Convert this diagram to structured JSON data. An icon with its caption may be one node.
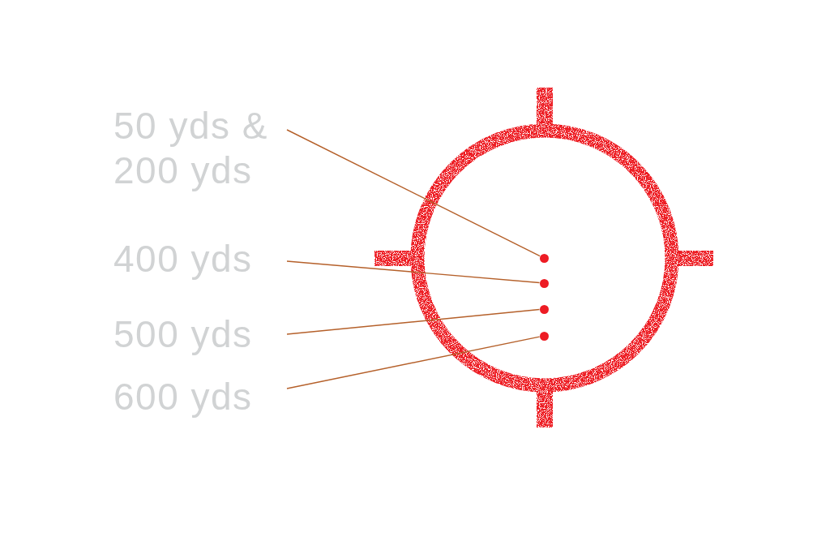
{
  "diagram": {
    "nodes": [
      {
        "text": [
          "50 yds & 200 yds"
        ]
      },
      {
        "text": [
          "400 yds"
        ]
      },
      {
        "text": [
          "500 yds"
        ]
      },
      {
        "text": [
          "600 yds"
        ]
      },
      {
        "text": [],
        "shape": "circle"
      },
      {
        "text": [],
        "shape": "circle"
      },
      {
        "text": [],
        "shape": "circle"
      },
      {
        "text": [],
        "shape": "circle"
      }
    ],
    "edges": [
      {
        "from": 0,
        "to": 4,
        "arrow": "none"
      },
      {
        "from": 1,
        "to": 5,
        "arrow": "none"
      },
      {
        "from": 2,
        "to": 6,
        "arrow": "none"
      },
      {
        "from": 3,
        "to": 7,
        "arrow": "none"
      }
    ]
  }
}
